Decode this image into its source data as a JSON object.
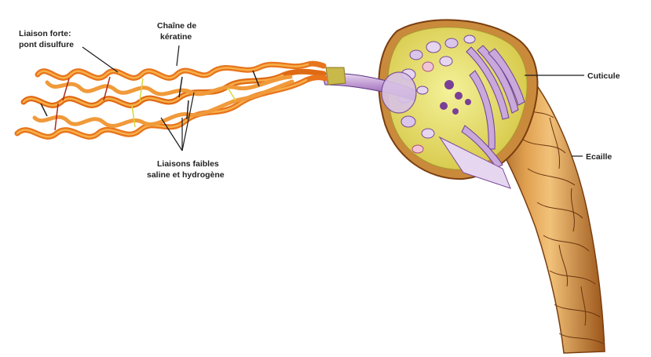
{
  "labels": {
    "strong_bond_line1": "Liaison forte:",
    "strong_bond_line2": "pont disulfure",
    "chain_line1": "Chaîne de",
    "chain_line2": "kératine",
    "weak_bonds_line1": "Liaisons faibles",
    "weak_bonds_line2": "saline et hydrogène",
    "cuticle": "Cuticule",
    "scale": "Ecaille"
  },
  "colors": {
    "keratin_orange": "#e8741c",
    "keratin_light": "#f7b04a",
    "fibril_purple": "#8a5aa8",
    "cortex_yellow": "#dede5a",
    "hair_brown": "#c9772a",
    "cuticle_tan": "#d99a4a"
  }
}
